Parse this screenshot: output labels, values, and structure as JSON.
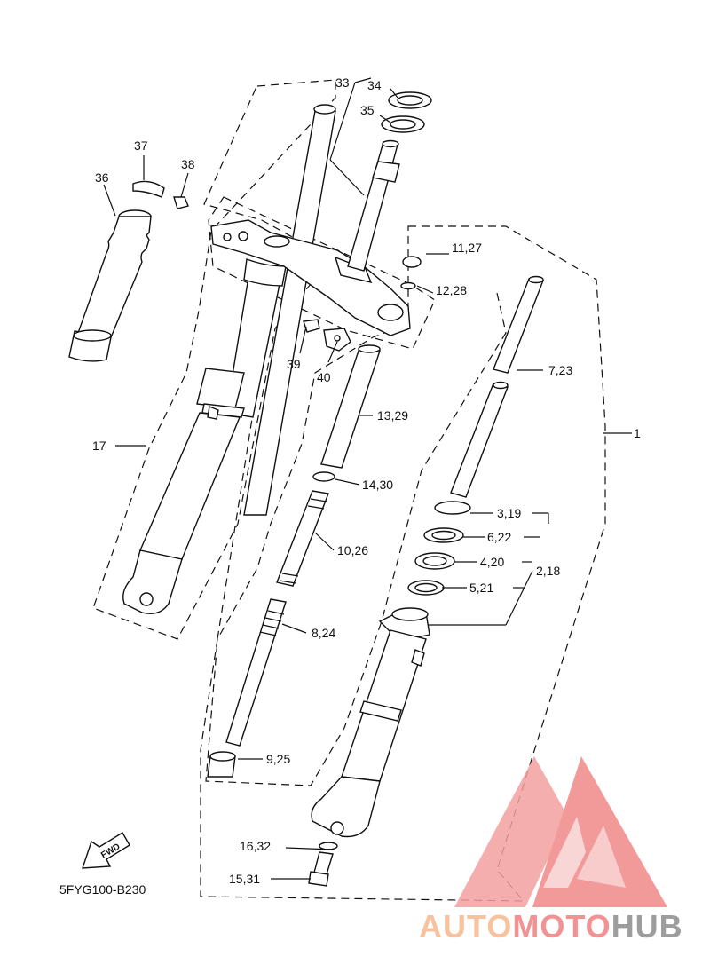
{
  "diagram_code": "5FYG100-B230",
  "fwd_label": "FWD",
  "labels": {
    "l1": "1",
    "l2_18": "2,18",
    "l3_19": "3,19",
    "l4_20": "4,20",
    "l5_21": "5,21",
    "l6_22": "6,22",
    "l7_23": "7,23",
    "l8_24": "8,24",
    "l9_25": "9,25",
    "l10_26": "10,26",
    "l11_27": "11,27",
    "l12_28": "12,28",
    "l13_29": "13,29",
    "l14_30": "14,30",
    "l15_31": "15,31",
    "l16_32": "16,32",
    "l17": "17",
    "l33": "33",
    "l34": "34",
    "l35": "35",
    "l36": "36",
    "l37": "37",
    "l38": "38",
    "l39": "39",
    "l40": "40"
  },
  "watermark": {
    "part1": "AUTO",
    "part2": "MOTO",
    "part3": "HUB",
    "color_light": "#f7a98f",
    "color_red": "#f08080",
    "color_gray": "#8c8c8c"
  }
}
